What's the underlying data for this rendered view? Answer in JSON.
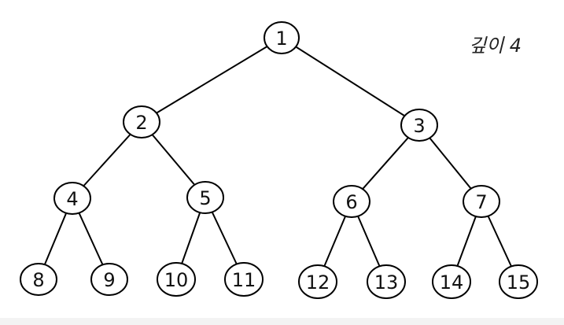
{
  "depth_label": "깊이 4",
  "tree": {
    "nodes": [
      {
        "id": 1,
        "label": "1"
      },
      {
        "id": 2,
        "label": "2"
      },
      {
        "id": 3,
        "label": "3"
      },
      {
        "id": 4,
        "label": "4"
      },
      {
        "id": 5,
        "label": "5"
      },
      {
        "id": 6,
        "label": "6"
      },
      {
        "id": 7,
        "label": "7"
      },
      {
        "id": 8,
        "label": "8"
      },
      {
        "id": 9,
        "label": "9"
      },
      {
        "id": 10,
        "label": "10"
      },
      {
        "id": 11,
        "label": "11"
      },
      {
        "id": 12,
        "label": "12"
      },
      {
        "id": 13,
        "label": "13"
      },
      {
        "id": 14,
        "label": "14"
      },
      {
        "id": 15,
        "label": "15"
      }
    ],
    "edges": [
      [
        1,
        2
      ],
      [
        1,
        3
      ],
      [
        2,
        4
      ],
      [
        2,
        5
      ],
      [
        3,
        6
      ],
      [
        3,
        7
      ],
      [
        4,
        8
      ],
      [
        4,
        9
      ],
      [
        5,
        10
      ],
      [
        5,
        11
      ],
      [
        6,
        12
      ],
      [
        6,
        13
      ],
      [
        7,
        14
      ],
      [
        7,
        15
      ]
    ]
  }
}
